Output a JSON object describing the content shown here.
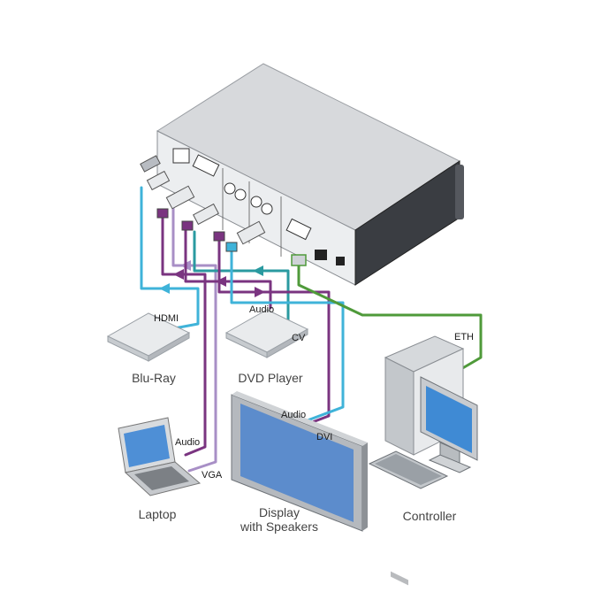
{
  "devices": {
    "bluray": "Blu-Ray",
    "dvd": "DVD Player",
    "laptop": "Laptop",
    "display_line1": "Display",
    "display_line2": "with Speakers",
    "controller": "Controller"
  },
  "connections": {
    "hdmi": "HDMI",
    "dvd_audio": "Audio",
    "cv": "CV",
    "laptop_audio": "Audio",
    "vga": "VGA",
    "display_audio": "Audio",
    "dvi": "DVI",
    "eth": "ETH"
  },
  "colors": {
    "hdmi": "#3fb3d9",
    "audio": "#7a3480",
    "vga": "#a88fc6",
    "cv": "#2a9aa0",
    "eth": "#4f9a3a"
  }
}
